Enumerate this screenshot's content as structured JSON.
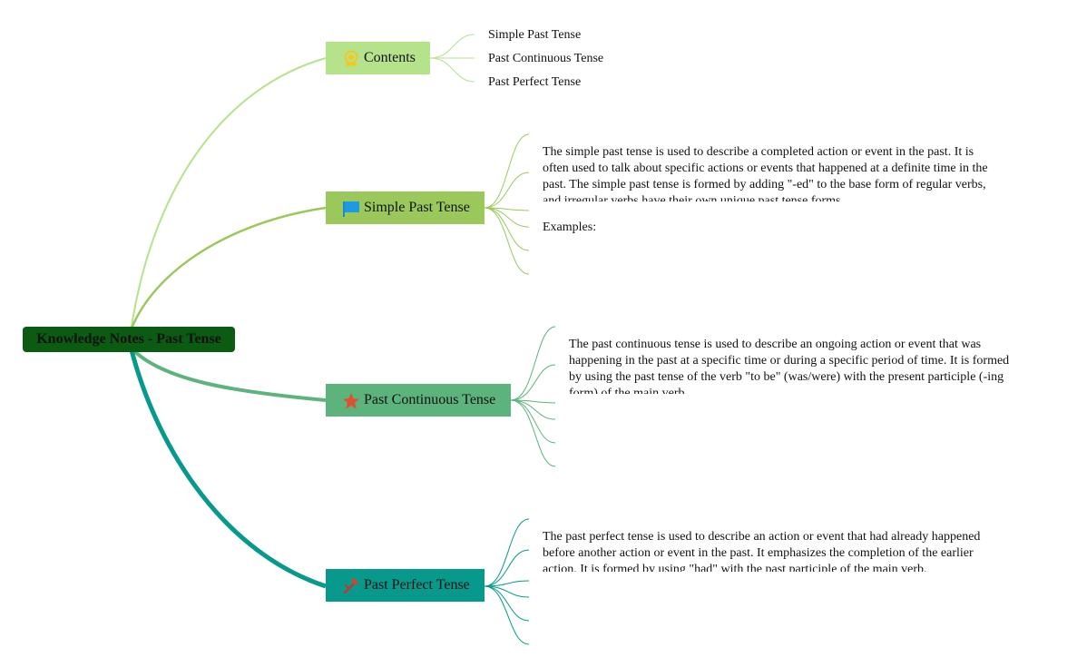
{
  "root": {
    "label": "Knowledge Notes - Past Tense"
  },
  "colors": {
    "root": "#0b5c12",
    "contents": "#b5e38b",
    "simple": "#9bc85a",
    "continuous": "#5cb37b",
    "perfect": "#07998b"
  },
  "contents": {
    "label": "Contents",
    "icon": "medal-icon",
    "items": [
      "Simple Past Tense",
      "Past Continuous Tense",
      "Past Perfect Tense"
    ]
  },
  "simple": {
    "label": "Simple Past Tense",
    "icon": "flag-icon",
    "description": "The simple past tense is used to describe a completed action or event in the past. It is often used to talk about specific actions or events that happened at a definite time in the past. The simple past tense is formed by adding \"-ed\" to the base form of regular verbs, and irregular verbs have their own unique past tense forms.",
    "examples_label": "Examples:"
  },
  "continuous": {
    "label": "Past Continuous Tense",
    "icon": "star-icon",
    "description": "The past continuous tense is used to describe an ongoing action or event that was happening in the past at a specific time or during a specific period of time. It is formed by using the past tense of the verb \"to be\" (was/were) with the present participle (-ing form) of the main verb."
  },
  "perfect": {
    "label": "Past Perfect Tense",
    "icon": "hammer-icon",
    "description": "The past perfect tense is used to describe an action or event that had already happened before another action or event in the past. It emphasizes the completion of the earlier action. It is formed by using \"had\" with the past participle of the main verb."
  }
}
